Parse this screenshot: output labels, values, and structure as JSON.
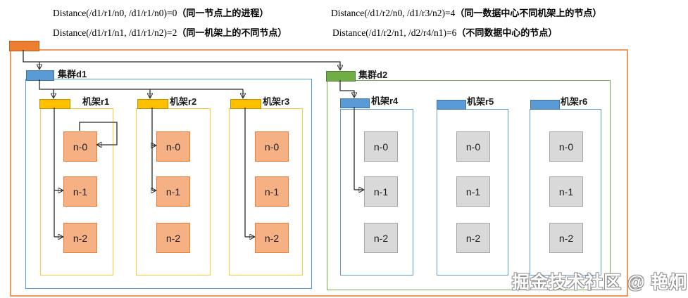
{
  "annotations": [
    {
      "formula": "Distance(/d1/r1/n0, /d1/r1/n0)=0",
      "note": "（同一节点上的进程）"
    },
    {
      "formula": "Distance(/d1/r1/n1, /d1/r1/n2)=2",
      "note": "（同一机架上的不同节点）"
    },
    {
      "formula": "Distance(/d1/r2/n0, /d1/r3/n2)=4",
      "note": "（同一数据中心不同机架上的节点）"
    },
    {
      "formula": "Distance(/d1/r2/n1, /d2/r4/n1)=6",
      "note": "（不同数据中心的节点）"
    }
  ],
  "clusters": [
    {
      "label": "集群d1",
      "racks": [
        {
          "label": "机架r1",
          "nodes": [
            "n-0",
            "n-1",
            "n-2"
          ]
        },
        {
          "label": "机架r2",
          "nodes": [
            "n-0",
            "n-1",
            "n-2"
          ]
        },
        {
          "label": "机架r3",
          "nodes": [
            "n-0",
            "n-1",
            "n-2"
          ]
        }
      ]
    },
    {
      "label": "集群d2",
      "racks": [
        {
          "label": "机架r4",
          "nodes": [
            "n-0",
            "n-1",
            "n-2"
          ]
        },
        {
          "label": "机架r5",
          "nodes": [
            "n-0",
            "n-1",
            "n-2"
          ]
        },
        {
          "label": "机架r6",
          "nodes": [
            "n-0",
            "n-1",
            "n-2"
          ]
        }
      ]
    }
  ],
  "watermark": "掘金技术社区 @ 艳炯",
  "colors": {
    "root_box": "#ED7D31",
    "outer_frame": "#EC9A5F",
    "cluster_d1_accent": "#5B9BD5",
    "cluster_d2_accent": "#70AD47",
    "rack_head_d1": "#FFC000",
    "rack_frame_d1": "#FFC933",
    "rack_head_d2": "#5B9BD5",
    "node_d1_fill": "#F5B183",
    "node_d1_border": "#ED7D31",
    "node_d2_fill": "#D9D9D9",
    "node_d2_border": "#A6A6A6",
    "wire": "#2b2b2b"
  }
}
